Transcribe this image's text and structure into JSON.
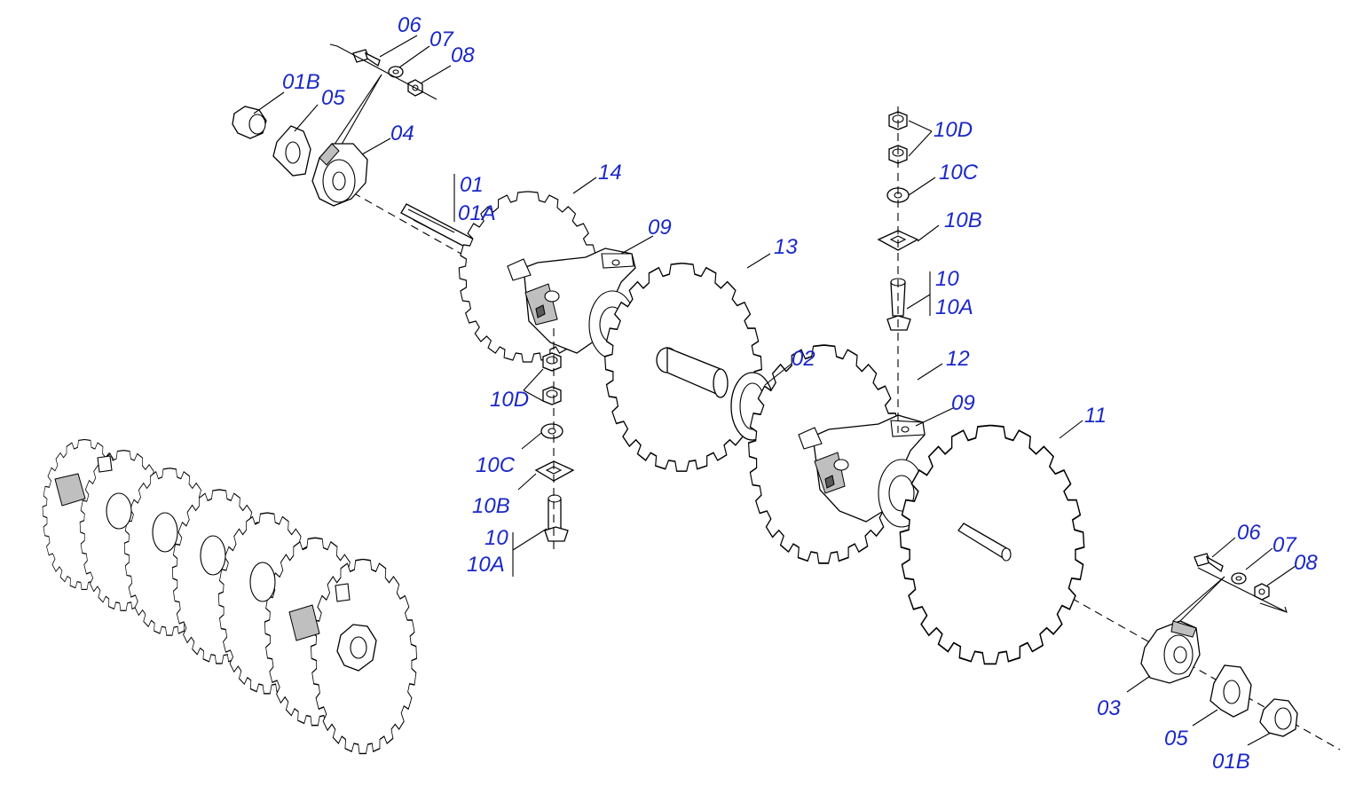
{
  "labels": {
    "l_06_top": "06",
    "l_07_top": "07",
    "l_08_top": "08",
    "l_01B_top": "01B",
    "l_05_top": "05",
    "l_04": "04",
    "l_01": "01",
    "l_01A": "01A",
    "l_14": "14",
    "l_09_top": "09",
    "l_13": "13",
    "l_10D_right": "10D",
    "l_10C_right": "10C",
    "l_10B_right": "10B",
    "l_10_right": "10",
    "l_10A_right": "10A",
    "l_02": "02",
    "l_12": "12",
    "l_09_mid": "09",
    "l_11": "11",
    "l_10D_left": "10D",
    "l_10C_left": "10C",
    "l_10B_left": "10B",
    "l_10_left": "10",
    "l_10A_left": "10A",
    "l_06_bot": "06",
    "l_07_bot": "07",
    "l_08_bot": "08",
    "l_03": "03",
    "l_05_bot": "05",
    "l_01B_bot": "01B"
  },
  "colors": {
    "label": "#1a28c8",
    "line": "#000000",
    "part_fill": "#ffffff",
    "shade": "#bfbfbf"
  }
}
